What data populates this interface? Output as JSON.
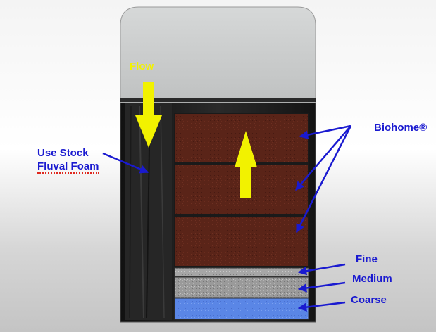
{
  "labels": {
    "flow": "Flow",
    "foam_line1": "Use Stock",
    "foam_line2": "Fluval Foam",
    "biohome": "Biohome®",
    "fine": "Fine",
    "medium": "Medium",
    "coarse": "Coarse"
  },
  "colors": {
    "label_blue": "#1a1ad0",
    "flow_arrow": "#f2f200",
    "biohome_brown": "#5a2418",
    "fine_gray": "#a4a4a4",
    "medium_gray": "#9a9a9a",
    "coarse_blue": "#5a86e6",
    "canister_black": "#1c1c1c",
    "lid_gray": "#c9cbcb"
  },
  "icons": {
    "flow_down": "down-arrow-icon",
    "flow_up": "up-arrow-icon"
  }
}
